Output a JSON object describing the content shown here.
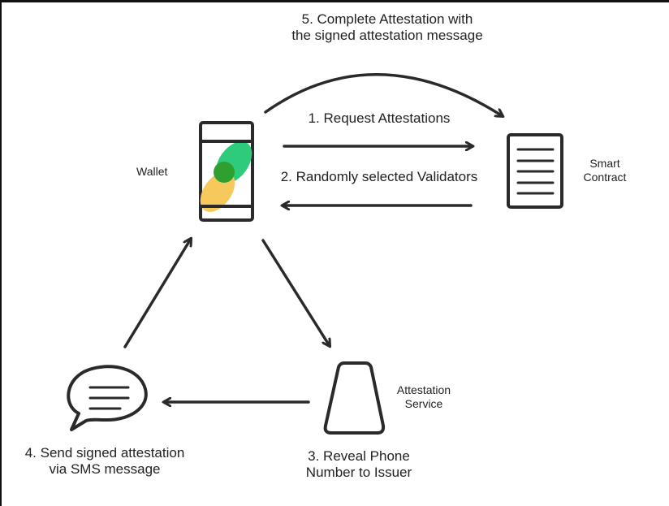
{
  "diagram": {
    "nodes": {
      "wallet": {
        "label": "Wallet",
        "icon": "phone-icon",
        "colors": {
          "green": "#2ecc7a",
          "yellow": "#f7c95c",
          "overlap": "#2fa02f"
        }
      },
      "smart_contract": {
        "label_line1": "Smart",
        "label_line2": "Contract",
        "icon": "document-icon"
      },
      "attestation_service": {
        "label_line1": "Attestation",
        "label_line2": "Service",
        "icon": "trapezoid-icon"
      },
      "sms": {
        "icon": "speech-bubble-icon"
      }
    },
    "steps": [
      {
        "id": 1,
        "text": "1. Request Attestations",
        "from": "wallet",
        "to": "smart_contract"
      },
      {
        "id": 2,
        "text": "2. Randomly selected Validators",
        "from": "smart_contract",
        "to": "wallet"
      },
      {
        "id": 3,
        "line1": "3. Reveal Phone",
        "line2": "Number to Issuer",
        "from": "wallet",
        "to": "attestation_service"
      },
      {
        "id": 4,
        "line1": "4. Send signed attestation",
        "line2": "via SMS message",
        "from": "attestation_service",
        "to": "sms"
      },
      {
        "id": 5,
        "line1": "5. Complete Attestation with",
        "line2": "the signed attestation message",
        "from": "wallet",
        "to": "smart_contract"
      }
    ],
    "stroke_color": "#2a2a2a"
  }
}
